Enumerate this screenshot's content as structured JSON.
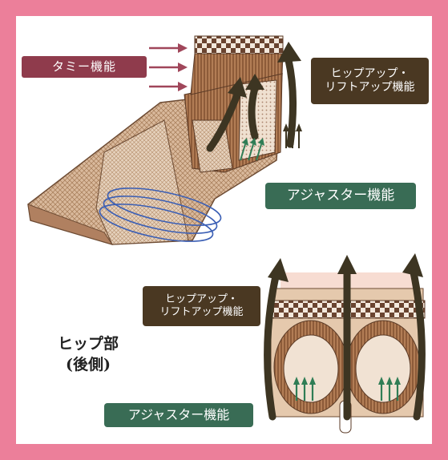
{
  "labels": {
    "tummy": "タミー機能",
    "hip_up_top": "ヒップアップ・\nリフトアップ機能",
    "adjuster_top": "アジャスター機能",
    "hip_up_bottom": "ヒップアップ・\nリフトアップ機能",
    "adjuster_bottom": "アジャスター機能"
  },
  "caption": {
    "line1": "ヒップ部",
    "line2": "(後側)"
  },
  "colors": {
    "frame": "#ec7f9a",
    "tummy_label": "#8f3b4c",
    "lift_label": "#4a3822",
    "adjuster_label": "#396c55",
    "arrow_dark": "#3d3522",
    "fabric": "#c9a585",
    "adjuster_arrows": "#2f7d55",
    "ring": "#3b5fb5"
  }
}
